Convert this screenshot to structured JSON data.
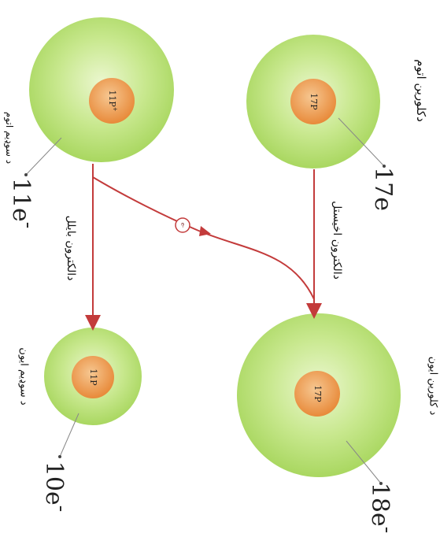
{
  "colors": {
    "shell": "#a9d760",
    "shell_light": "#ebf7cf",
    "nucleus": "#e88a3a",
    "nucleus_light": "#f6c791",
    "arrow": "#c33b3b",
    "leader": "#888888"
  },
  "atoms": {
    "chlorine_atom": {
      "label": "دکلورين اتوم",
      "nucleus": "17P",
      "electrons": "17e",
      "electrons_sign": ""
    },
    "sodium_atom": {
      "label": "د سوډيم اتوم",
      "nucleus": "11P",
      "nucleus_sign": "+",
      "electrons": "11e",
      "electrons_sign": "-"
    },
    "chlorine_ion": {
      "label": "د کلورين ايون",
      "nucleus": "17P",
      "electrons": "18e",
      "electrons_sign": "-"
    },
    "sodium_ion": {
      "label": "د سوډيم ايون",
      "nucleus": "11P",
      "electrons": "10e",
      "electrons_sign": "-"
    }
  },
  "arrows": {
    "gain_label": "دالکترون اخيستل",
    "loss_label": "دالکترون بايلل",
    "electron": "e-"
  }
}
